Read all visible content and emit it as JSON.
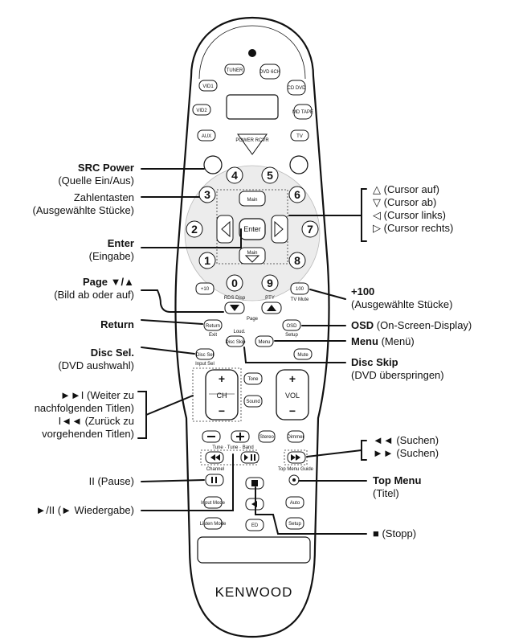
{
  "remote": {
    "brand": "KENWOOD",
    "buttons": {
      "tuner": "TUNER",
      "dvd_6ch": "DVD 6CH",
      "vid1": "VID1",
      "cd_dvd": "CD DVD",
      "vid2": "VID2",
      "md_tape": "MD TAPE",
      "aux": "AUX",
      "tv": "TV",
      "power_rcvr": "POWER RCVR",
      "n0": "0",
      "n1": "1",
      "n2": "2",
      "n3": "3",
      "n4": "4",
      "n5": "5",
      "n6": "6",
      "n7": "7",
      "n8": "8",
      "n9": "9",
      "plus10": "+10",
      "plus100": "100",
      "enter": "Enter",
      "main_up": "Main",
      "main_down": "Main",
      "rds_disp": "RDS Disp",
      "pty": "PTY",
      "tv_mute": "TV Mute",
      "page": "Page",
      "return": "Return",
      "exit": "Exit",
      "osd": "OSD",
      "loud": "Loud.",
      "disc_skip": "Disc Skip",
      "menu": "Menu",
      "setup": "Setup",
      "disc_sel": "Disc Sel",
      "input_sel": "Input Sel",
      "ch": "CH",
      "vol": "VOL",
      "tone": "Tone",
      "sound": "Sound",
      "ch_plus": "+",
      "ch_minus": "−",
      "vol_plus": "+",
      "vol_minus": "−",
      "mute": "Mute",
      "tuning": "Tune · Tune · Band",
      "top_menu_guide": "Top Menu Guide",
      "channel": "Channel",
      "input_mode": "Input Mode",
      "listen_mode": "Listen Mode",
      "auto": "Auto",
      "ed": "ED",
      "dimmer": "Dimmer",
      "stereo": "Stereo"
    }
  },
  "callouts": {
    "src_power": {
      "title": "SRC Power",
      "sub": "(Quelle Ein/Aus)"
    },
    "zahlen": {
      "line1": "Zahlentasten",
      "line2": "(Ausgewählte Stücke)"
    },
    "enter": {
      "title": "Enter",
      "sub": "(Eingabe)"
    },
    "page": {
      "title": "Page ▼/▲",
      "sub": "(Bild ab oder auf)"
    },
    "return": {
      "title": "Return"
    },
    "disc_sel": {
      "title": "Disc Sel.",
      "sub": "(DVD aushwahl)"
    },
    "skip": {
      "line1": "►►I (Weiter zu",
      "line2": "nachfolgenden Titlen)",
      "line3": "I◄◄ (Zurück zu",
      "line4": "vorgehenden Titlen)"
    },
    "pause": {
      "text": "II (Pause)"
    },
    "play": {
      "text": "►/II (► Wiedergabe)"
    },
    "cursor": {
      "up": "△ (Cursor auf)",
      "down": "▽ (Cursor ab)",
      "left": "◁ (Cursor links)",
      "right": "▷ (Cursor rechts)"
    },
    "plus100": {
      "title": "+100",
      "sub": "(Ausgewählte Stücke)"
    },
    "osd": {
      "title": "OSD",
      "sub": " (On-Screen-Display)"
    },
    "menu": {
      "title": "Menu",
      "sub": " (Menü)"
    },
    "disc_skip": {
      "title": "Disc Skip",
      "sub": "(DVD überspringen)"
    },
    "search": {
      "line1": "◄◄ (Suchen)",
      "line2": "►► (Suchen)"
    },
    "top_menu": {
      "title": "Top Menu",
      "sub": "(Titel)"
    },
    "stop": {
      "text": "■ (Stopp)"
    }
  }
}
